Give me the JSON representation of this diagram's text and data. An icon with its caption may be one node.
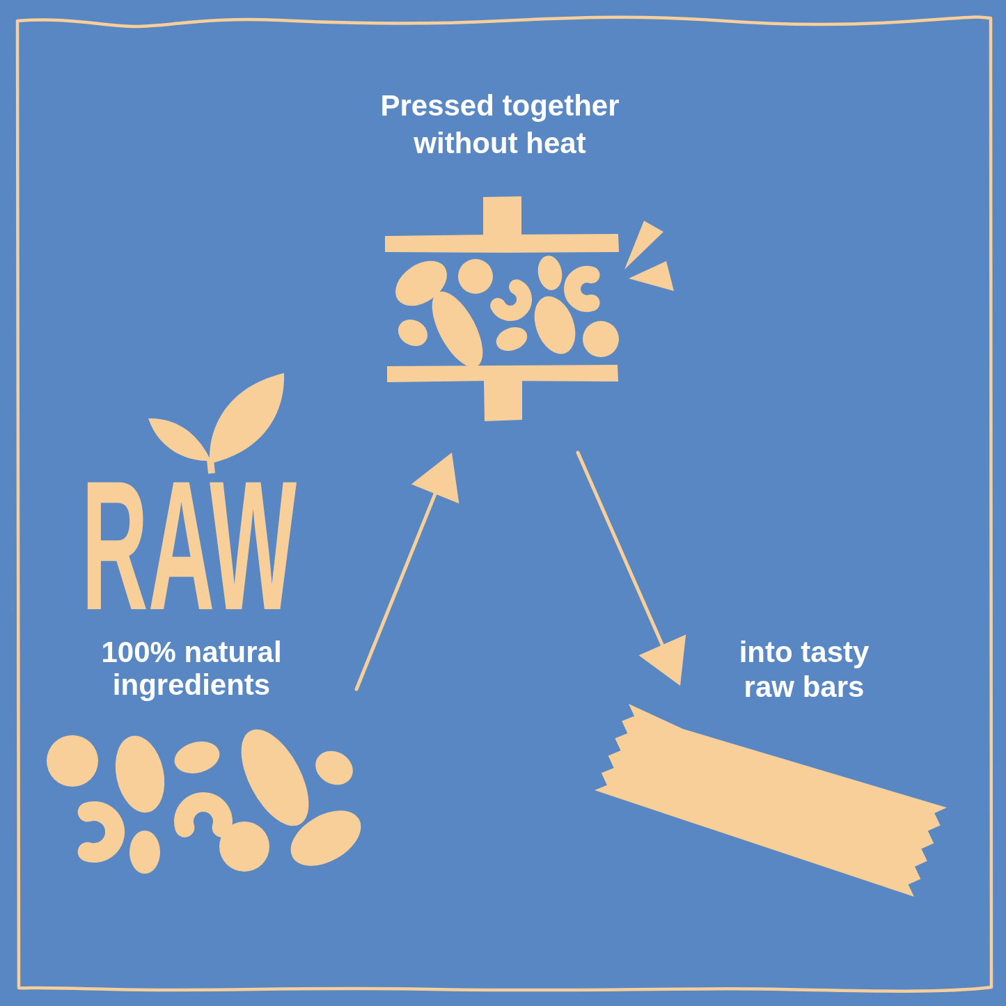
{
  "diagram": {
    "nodes": [
      {
        "text": [
          "Pressed together without heat"
        ]
      },
      {
        "text": [
          "100% natural ingredients"
        ]
      },
      {
        "text": [
          "into tasty raw bars"
        ]
      }
    ],
    "edges": [
      {
        "from": 1,
        "to": 0,
        "arrow": "to"
      },
      {
        "from": 0,
        "to": 2,
        "arrow": "to"
      }
    ],
    "labels": [
      "RAW"
    ]
  }
}
